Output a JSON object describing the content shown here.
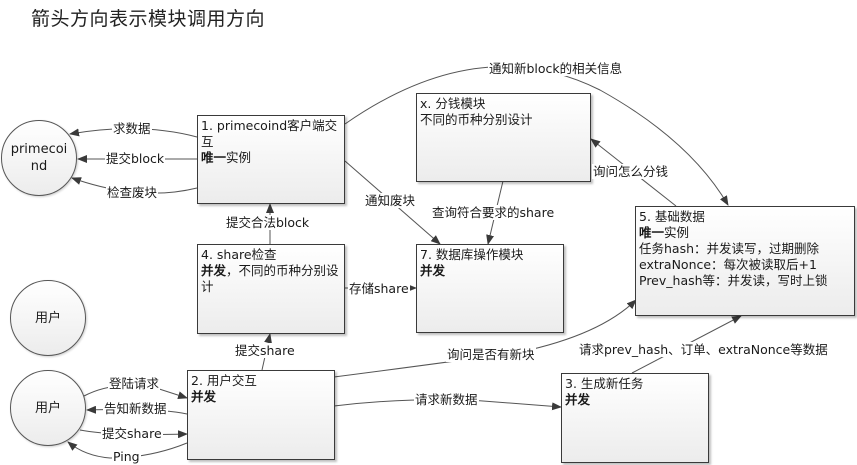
{
  "title": "箭头方向表示模块调用方向",
  "nodes": {
    "primecoind": {
      "label": "primecoind"
    },
    "user_top": {
      "label": "用户"
    },
    "user_bottom": {
      "label": "用户"
    },
    "box1": {
      "title": "1. primecoind客户端交互",
      "bold": "唯一",
      "rest": "实例"
    },
    "boxx": {
      "title": "x. 分钱模块",
      "line2": "不同的币种分别设计"
    },
    "box4": {
      "title": "4. share检查",
      "bold": "并发",
      "rest": "，不同的币种分别设计"
    },
    "box7": {
      "title": "7. 数据库操作模块",
      "bold": "并发"
    },
    "box5": {
      "title": "5. 基础数据",
      "bold": "唯一",
      "rest": "实例",
      "lines": [
        "任务hash：并发读写，过期删除",
        "extraNonce：每次被读取后+1",
        "Prev_hash等：并发读，写时上锁"
      ]
    },
    "box2": {
      "title": "2. 用户交互",
      "bold": "并发"
    },
    "box3": {
      "title": "3. 生成新任务",
      "bold": "并发"
    }
  },
  "edges": {
    "qiu_shuju": "求数据",
    "tijiao_block": "提交block",
    "jiancha_feikuai": "检查废块",
    "tongzhi_new_block": "通知新block的相关信息",
    "xunwen_fenqian": "询问怎么分钱",
    "tongzhi_feikuai": "通知废块",
    "chaxun_share": "查询符合要求的share",
    "tijiao_hefa_block": "提交合法block",
    "cunchu_share": "存储share",
    "tijiao_share_up": "提交share",
    "xunwen_new_block": "询问是否有新块",
    "qingqiu_prev": "请求prev_hash、订单、extraNonce等数据",
    "qingqiu_new_data": "请求新数据",
    "denglu": "登陆请求",
    "gaozhi_new_data": "告知新数据",
    "tijiao_share_user": "提交share",
    "ping": "Ping"
  }
}
